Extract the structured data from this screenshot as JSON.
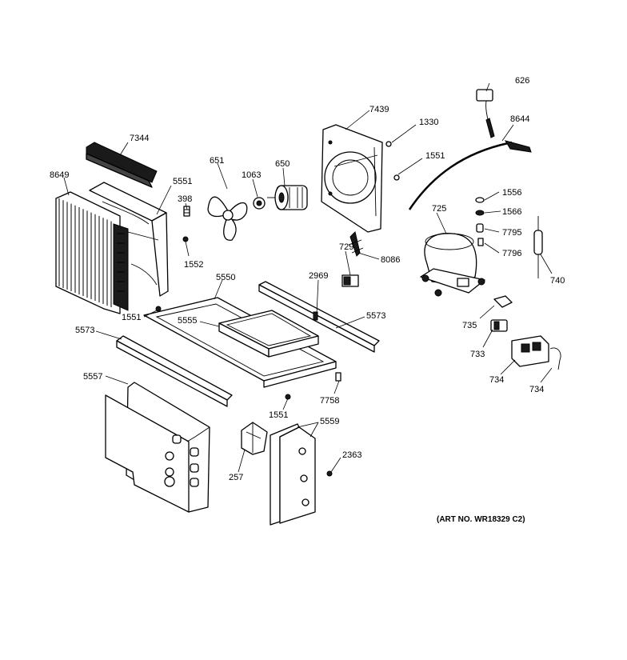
{
  "diagram": {
    "art_number": "(ART NO. WR18329 C2)",
    "callouts": {
      "p626": "626",
      "p8644": "8644",
      "p7439": "7439",
      "p1330": "1330",
      "p1551_top": "1551",
      "p7344": "7344",
      "p8649": "8649",
      "p5551": "5551",
      "p651": "651",
      "p1063": "1063",
      "p650": "650",
      "p398": "398",
      "p1552": "1552",
      "p1556": "1556",
      "p1566": "1566",
      "p725": "725",
      "p7795": "7795",
      "p7796": "7796",
      "p740": "740",
      "p729": "729",
      "p8086": "8086",
      "p5550": "5550",
      "p2969": "2969",
      "p1551_left": "1551",
      "p5555": "5555",
      "p5573_right": "5573",
      "p5573_left": "5573",
      "p735": "735",
      "p733": "733",
      "p734_a": "734",
      "p734_b": "734",
      "p5557": "5557",
      "p7758": "7758",
      "p1551_bottom": "1551",
      "p5559": "5559",
      "p2363": "2363",
      "p257": "257"
    }
  }
}
